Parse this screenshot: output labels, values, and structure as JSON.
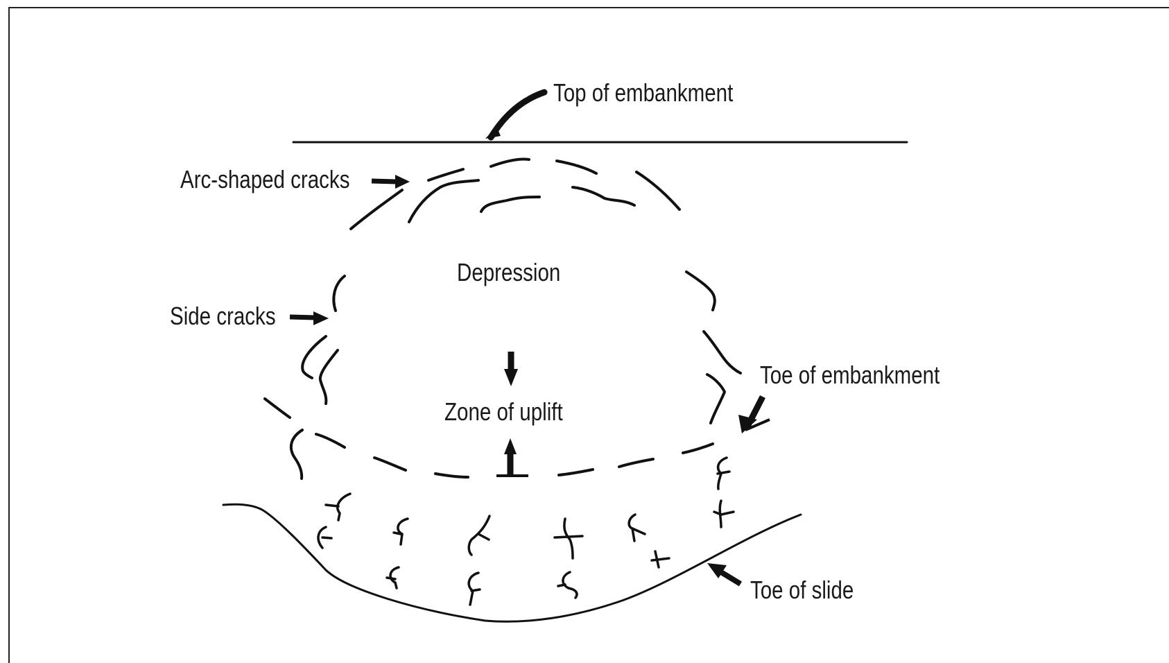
{
  "diagram": {
    "labels": {
      "top_of_embankment": "Top of embankment",
      "arc_shaped_cracks": "Arc-shaped cracks",
      "depression": "Depression",
      "side_cracks": "Side cracks",
      "toe_of_embankment": "Toe of embankment",
      "zone_of_uplift": "Zone of uplift",
      "toe_of_slide": "Toe of slide"
    },
    "colors": {
      "ink": "#111111",
      "background": "#ffffff"
    }
  }
}
